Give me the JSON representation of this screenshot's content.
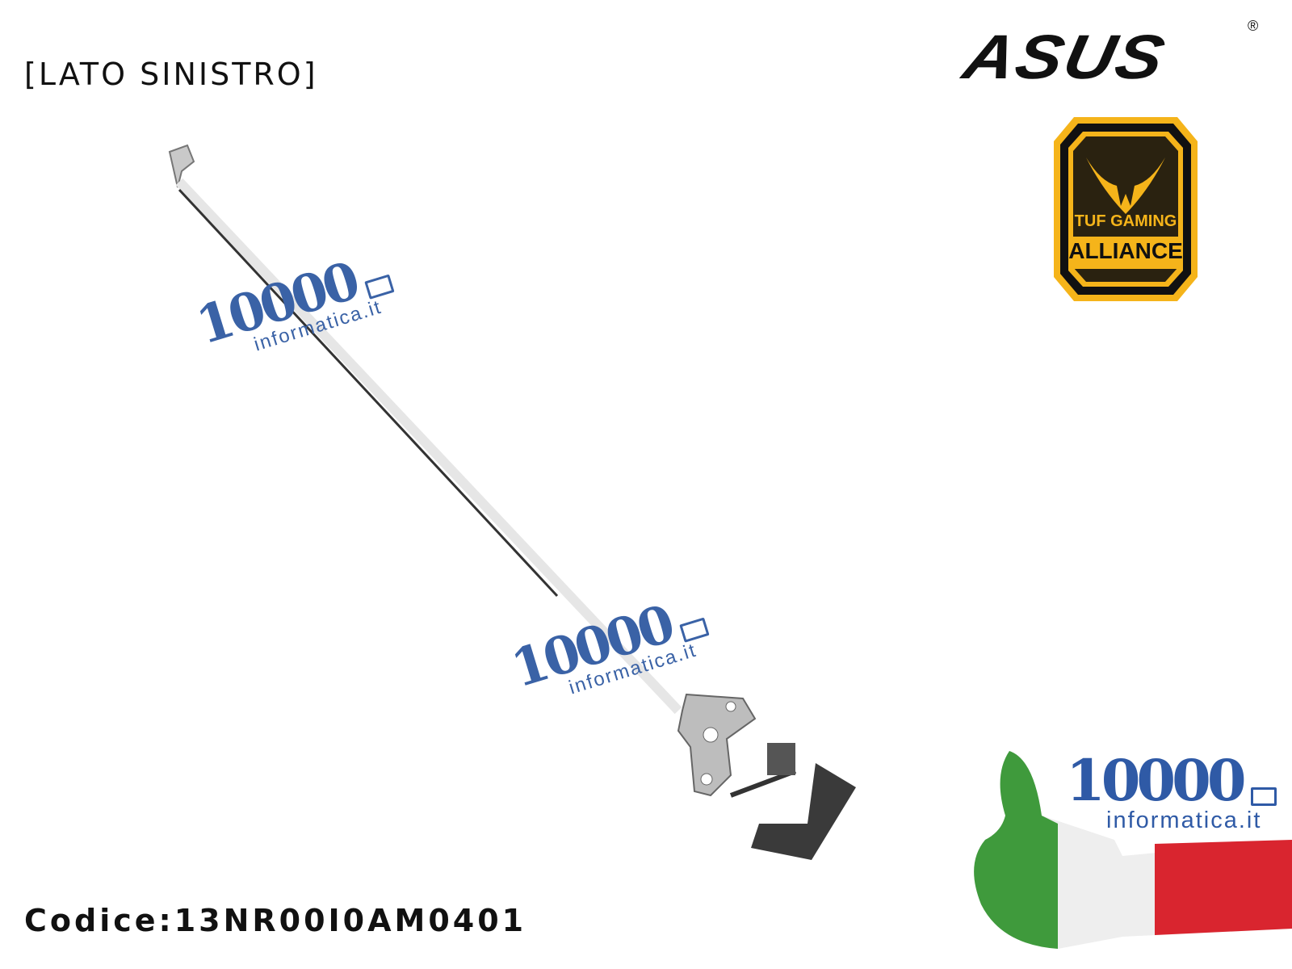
{
  "header": {
    "side_label": "[LATO SINISTRO]"
  },
  "footer": {
    "code": "Codice:13NR00I0AM0401"
  },
  "logos": {
    "asus": "ASUS",
    "asus_registered": "®",
    "tuf_line1": "TUF GAMING",
    "tuf_line2": "ALLIANCE"
  },
  "watermark": {
    "number": "10000",
    "domain": "informatica.it"
  },
  "brand": {
    "number": "10000",
    "domain": "informatica.it"
  },
  "colors": {
    "brand_blue": "#3a62a6",
    "tuf_yellow": "#f5b41a",
    "flag_green": "#3f9a3c",
    "flag_red": "#d9252f"
  }
}
